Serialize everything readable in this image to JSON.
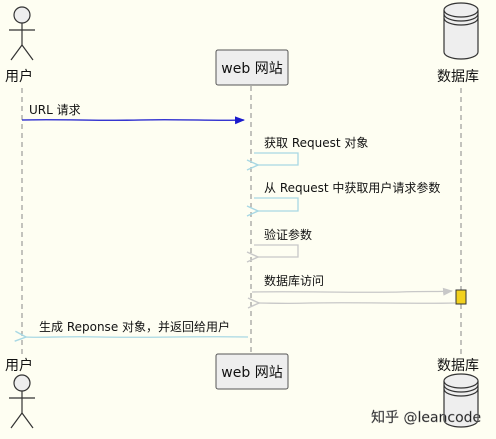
{
  "participants": {
    "user": {
      "label": "用户",
      "icon": "actor-stick-figure"
    },
    "web": {
      "label": "web 网站"
    },
    "db": {
      "label": "数据库",
      "icon": "database-cylinder"
    }
  },
  "messages": [
    {
      "label": "URL 请求",
      "from": "用户",
      "to": "web 网站",
      "color": "#1a1acc"
    },
    {
      "label": "获取 Request 对象",
      "from": "web 网站",
      "to": "web 网站",
      "color": "#a8d8e4"
    },
    {
      "label": "从 Request 中获取用户请求参数",
      "from": "web 网站",
      "to": "web 网站",
      "color": "#a8d8e4"
    },
    {
      "label": "验证参数",
      "from": "web 网站",
      "to": "web 网站",
      "color": "#c8c8c8"
    },
    {
      "label": "数据库访问",
      "from": "web 网站",
      "to": "数据库",
      "color": "#c8c8c8"
    },
    {
      "label": "",
      "from": "数据库",
      "to": "web 网站",
      "color": "#c8c8c8"
    },
    {
      "label": "生成 Reponse 对象，并返回给用户",
      "from": "web 网站",
      "to": "用户",
      "color": "#a8d8e4"
    }
  ],
  "watermark": "知乎 @leancode",
  "colors": {
    "background": "#fefef2",
    "box_fill": "#eeeeee",
    "actor_fill": "#eeeeee",
    "lifeline": "#888888",
    "activation": "#f2d11e"
  }
}
